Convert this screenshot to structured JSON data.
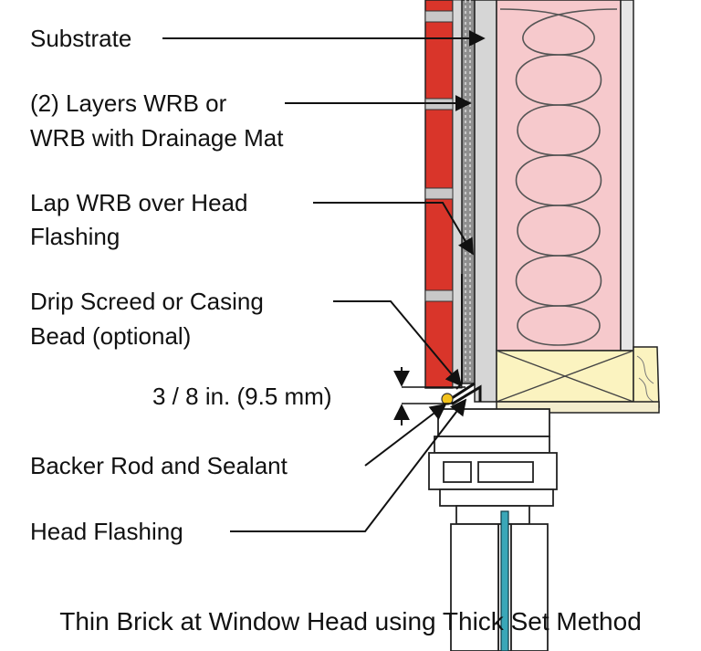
{
  "labels": {
    "substrate": "Substrate",
    "wrb_line1": "(2) Layers WRB or",
    "wrb_line2": "WRB with Drainage Mat",
    "lap_line1": "Lap WRB over Head",
    "lap_line2": "Flashing",
    "drip_line1": "Drip Screed or Casing",
    "drip_line2": "Bead (optional)",
    "dimension": "3 / 8 in. (9.5 mm)",
    "backer": "Backer Rod and Sealant",
    "head_flashing": "Head Flashing"
  },
  "caption": "Thin Brick at Window Head using Thick Set Method",
  "colors": {
    "brick": "#d9352a",
    "mortar": "#c8c8c8",
    "insulation": "#f6c9cc",
    "lumber": "#fbf3c0",
    "sealant": "#f2c21c",
    "glass": "#3aa7b8",
    "frame": "#ffffff",
    "wrb": "#7a7a7a"
  }
}
